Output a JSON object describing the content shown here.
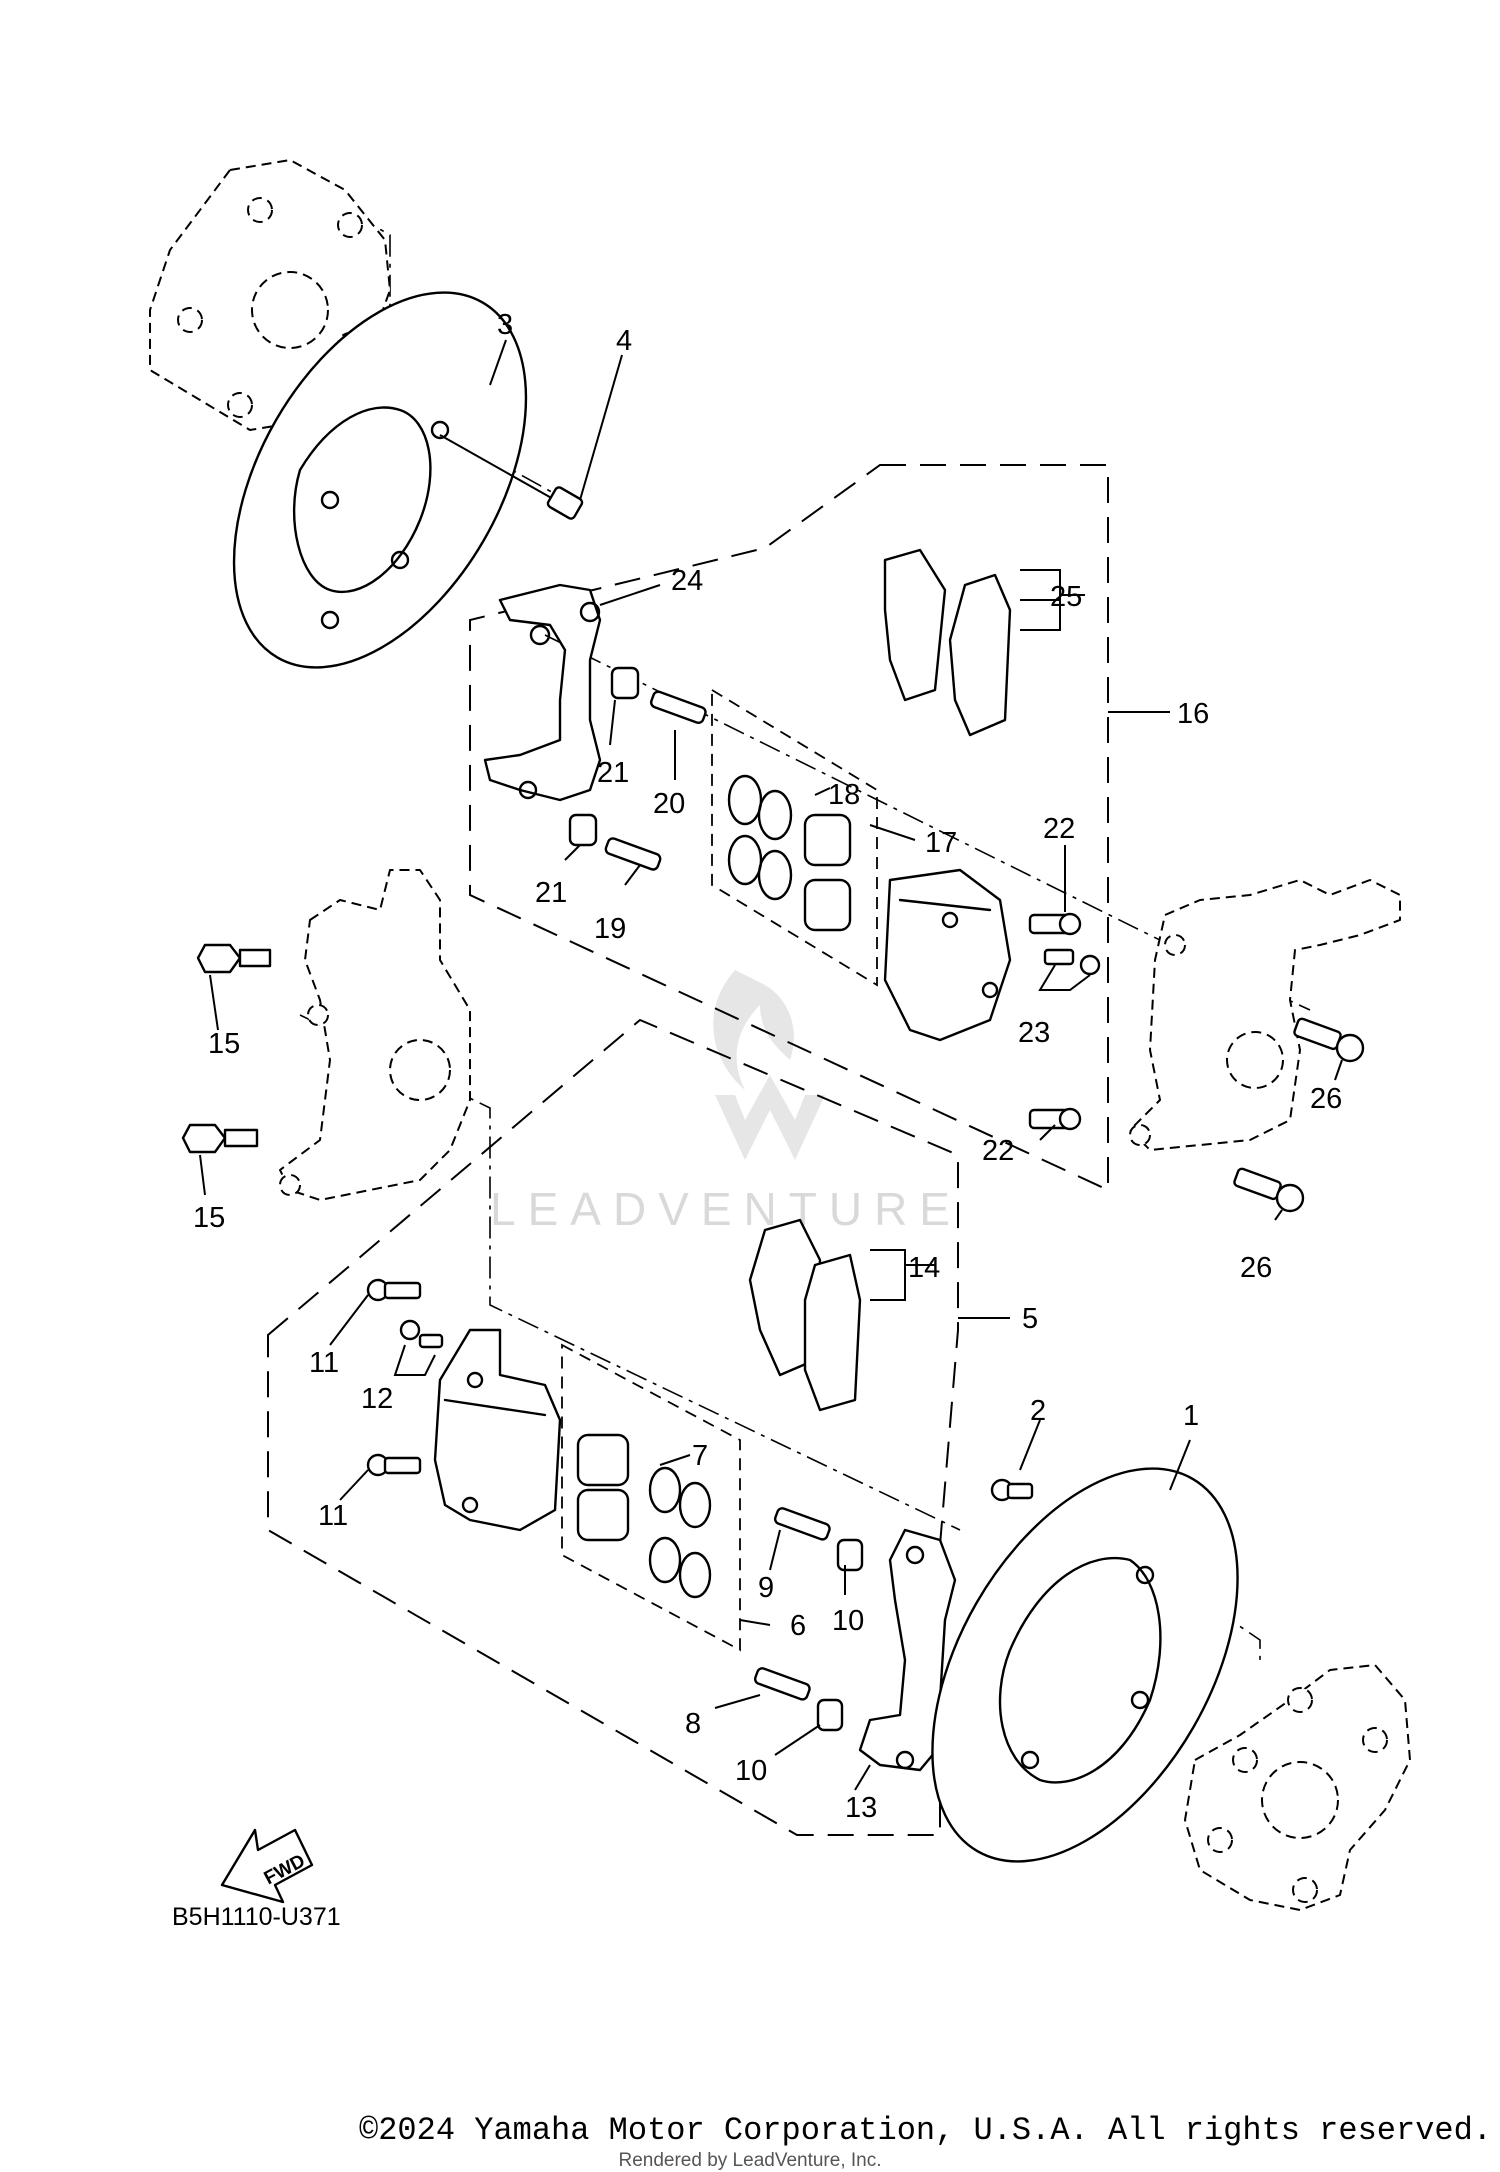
{
  "diagram": {
    "part_code": "B5H1110-U371",
    "fwd_label": "FWD",
    "watermark": "LEADVENTURE",
    "callouts": [
      "1",
      "2",
      "3",
      "4",
      "5",
      "6",
      "7",
      "8",
      "9",
      "10",
      "10",
      "11",
      "11",
      "12",
      "13",
      "14",
      "15",
      "15",
      "16",
      "17",
      "18",
      "19",
      "20",
      "21",
      "21",
      "22",
      "22",
      "23",
      "24",
      "25",
      "26",
      "26"
    ]
  },
  "footer": {
    "copyright": "©2024 Yamaha Motor Corporation, U.S.A. All rights reserved.",
    "rendered_by": "Rendered by LeadVenture, Inc."
  }
}
